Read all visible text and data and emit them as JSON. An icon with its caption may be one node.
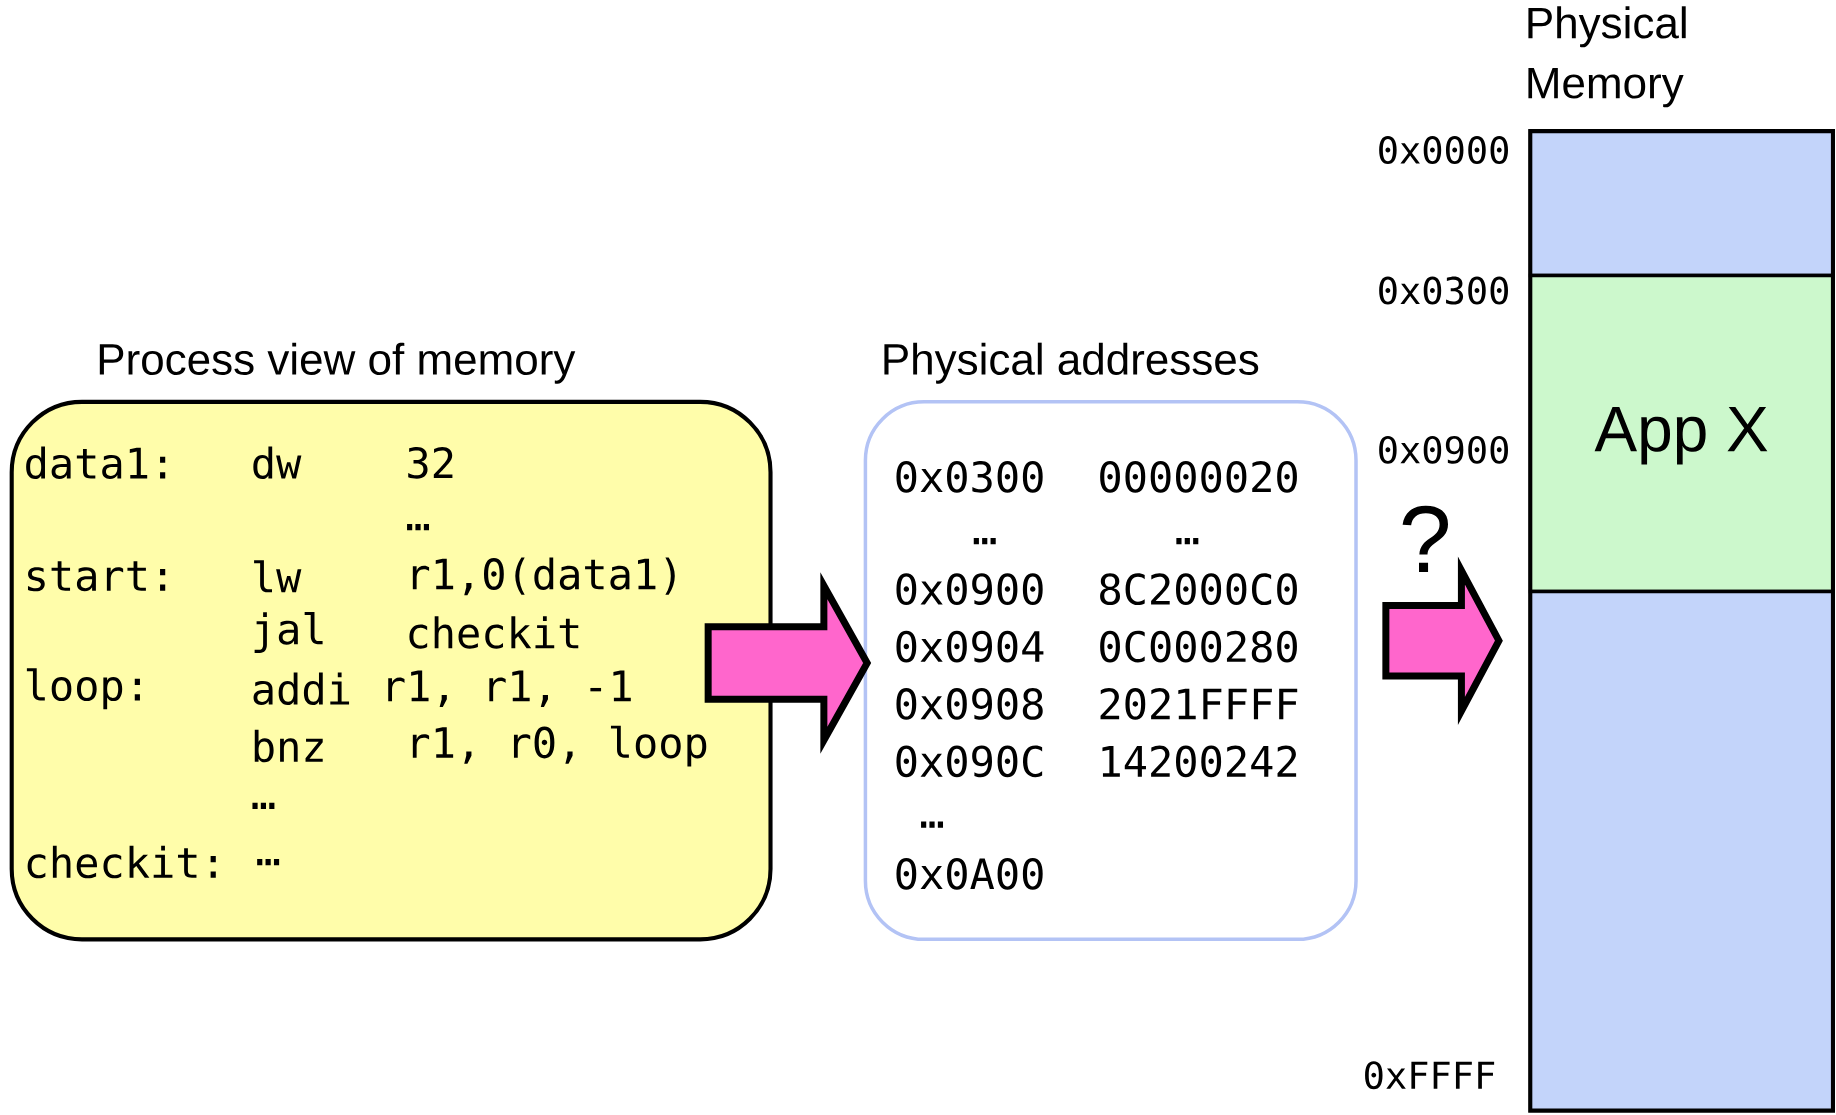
{
  "diagram": {
    "nodes": [
      {
        "text": [
          "Process view of memory",
          "data1:",
          "dw",
          "32",
          "…",
          "start:",
          "lw",
          "r1,0(data1)",
          "jal",
          "checkit",
          "loop:",
          "addi",
          "r1, r1, -1",
          "bnz",
          "r1, r0, loop",
          "…",
          "checkit:",
          "…"
        ]
      },
      {
        "text": [
          "Physical addresses",
          "0x0300",
          "00000020",
          "…",
          "…",
          "0x0900",
          "8C2000C0",
          "0x0904",
          "0C000280",
          "0x0908",
          "2021FFFF",
          "0x090C",
          "14200242",
          "…",
          "0x0A00"
        ]
      },
      {
        "text": [
          "Physical Memory"
        ]
      },
      {
        "text": [],
        "shape": "box",
        "in": 2
      },
      {
        "text": [
          "App X"
        ],
        "in": 2
      },
      {
        "text": [],
        "shape": "box",
        "in": 2
      }
    ],
    "edges": [
      {
        "from": 0,
        "to": 1,
        "arrow": "to"
      },
      {
        "from": 1,
        "to": 2,
        "arrow": "to"
      }
    ],
    "labels": [
      "0x0000",
      "0x0300",
      "0x0900",
      "?",
      "0xFFFF"
    ]
  }
}
